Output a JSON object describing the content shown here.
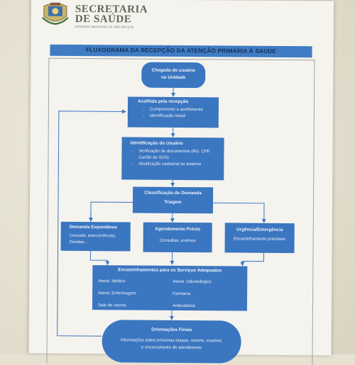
{
  "header": {
    "brand_line1": "SECRETARIA",
    "brand_line2": "DE SAÚDE",
    "brand_sub": "GOVERNO MUNICIPAL DE SÃO MATEUS"
  },
  "title": "FLUXOGRAMA DA RECEPÇÃO DA ATENÇÃO PRIMÁRIA À SAÚDE",
  "nodes": {
    "chegada": {
      "line1": "Chegada do usuário",
      "line2": "na Unidade"
    },
    "acolhida": {
      "title": "Acolhida pela recepção",
      "items": [
        "Cumprimento e acolhimento",
        "Identificação inicial"
      ]
    },
    "identificacao": {
      "title": "Identificação do Usuário",
      "items": [
        "Verificação de documentos (RG, CPF, Cartão do SUS)",
        "Atualização cadastral no sistema"
      ]
    },
    "classificacao": {
      "line1": "Classificação de Demanda",
      "line2": "Triagem"
    },
    "espontanea": {
      "title": "Demanda Espontânea",
      "text": "Consulta, intercorrências, Dúvidas..."
    },
    "agendamento": {
      "title": "Agendamento Prévio",
      "text": "Consultas, exames"
    },
    "urgencia": {
      "title": "Urgência/Emergência",
      "text": "Encaminhamento prioritário"
    },
    "encaminhamentos": {
      "title": "Encaminhamentos para os Serviços Adequados",
      "col1": [
        "Atend. Médico",
        "Atend. Enfermagem",
        "Sala de vacina"
      ],
      "col2": [
        "Atend. Odontológico",
        "Farmácia",
        "Ambulatório"
      ]
    },
    "orientacoes": {
      "title": "Orientações Finais",
      "text1": "Informações sobre próximas etapas, retorno, exames,",
      "text2": "e encerramento do atendimento"
    }
  },
  "colors": {
    "box": "#3b76c0",
    "title_bar": "#3f7cc4",
    "title_text": "#132e55",
    "brand": "#5d6a5a"
  }
}
